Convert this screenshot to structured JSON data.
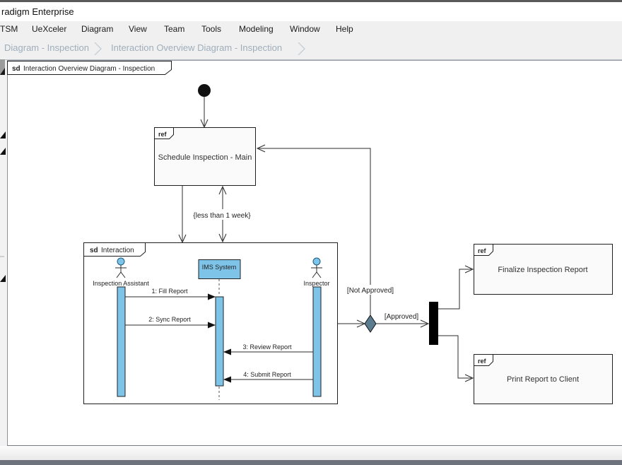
{
  "window": {
    "title": "radigm Enterprise"
  },
  "menubar": {
    "items": [
      "TSM",
      "UeXceler",
      "Diagram",
      "View",
      "Team",
      "Tools",
      "Modeling",
      "Window",
      "Help"
    ]
  },
  "breadcrumb": {
    "items": [
      "Diagram - Inspection",
      "Interaction Overview Diagram - Inspection"
    ]
  },
  "diagram_tab": {
    "keyword": "sd",
    "title": "Interaction Overview Diagram - Inspection"
  },
  "diagram": {
    "schedule_ref": {
      "keyword": "ref",
      "label": "Schedule Inspection - Main"
    },
    "finalize_ref": {
      "keyword": "ref",
      "label": "Finalize Inspection Report"
    },
    "print_ref": {
      "keyword": "ref",
      "label": "Print Report to Client"
    },
    "constraint_label": "{less than 1 week}",
    "guard_not_approved": "[Not Approved]",
    "guard_approved": "[Approved]",
    "interaction_frame": {
      "keyword": "sd",
      "label": "Interaction"
    },
    "lifelines": {
      "assistant": "Inspection Assistant",
      "system": "IMS System",
      "inspector": "Inspector"
    },
    "messages": [
      "1: Fill Report",
      "2: Sync Report",
      "3: Review Report",
      "4: Submit Report"
    ],
    "colors": {
      "shape_fill": "#7EC4E8",
      "shape_stroke": "#1d5c80",
      "diamond_fill": "#5B7C8F",
      "ref_fill": "#FAFAFA"
    }
  }
}
